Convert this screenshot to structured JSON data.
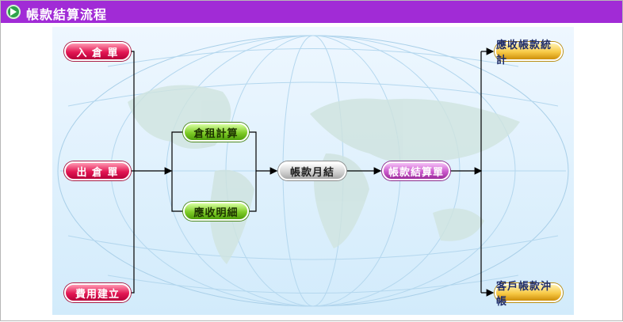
{
  "window": {
    "title": "帳款結算流程"
  },
  "flow": {
    "inputs": [
      "入 倉 單",
      "出 倉 單",
      "費用建立"
    ],
    "calc": [
      "倉租計算",
      "應收明細"
    ],
    "month_close": "帳款月結",
    "settlement": "帳款結算單",
    "outputs": [
      "應收帳款統計",
      "客戶帳款沖帳"
    ]
  },
  "colors": {
    "titlebar": "#a12bd6",
    "input": "#e21753",
    "calc": "#7fcc27",
    "month": "#cfcfcf",
    "settle": "#cb5acc",
    "output": "#f7c844"
  },
  "icons": {
    "title_icon": "arrow-right-circle-icon"
  }
}
